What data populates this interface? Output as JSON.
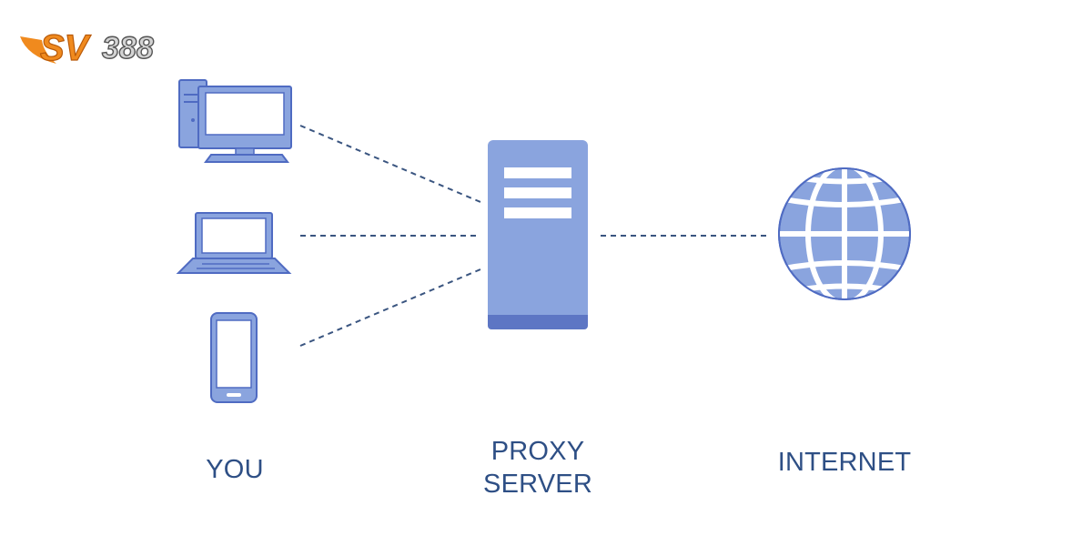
{
  "brand": {
    "logo_text": "SV388"
  },
  "nodes": {
    "you": {
      "label": "YOU"
    },
    "proxy": {
      "label_lines": [
        "PROXY",
        "SERVER"
      ]
    },
    "internet": {
      "label": "INTERNET"
    }
  },
  "colors": {
    "icon_fill": "#8aa4de",
    "icon_stroke": "#4f6bc2",
    "icon_dark": "#5d76c4",
    "line": "#3a5580",
    "label": "#2e4f85",
    "logo_orange": "#f08a1e",
    "logo_silver": "#c9c9c9"
  }
}
